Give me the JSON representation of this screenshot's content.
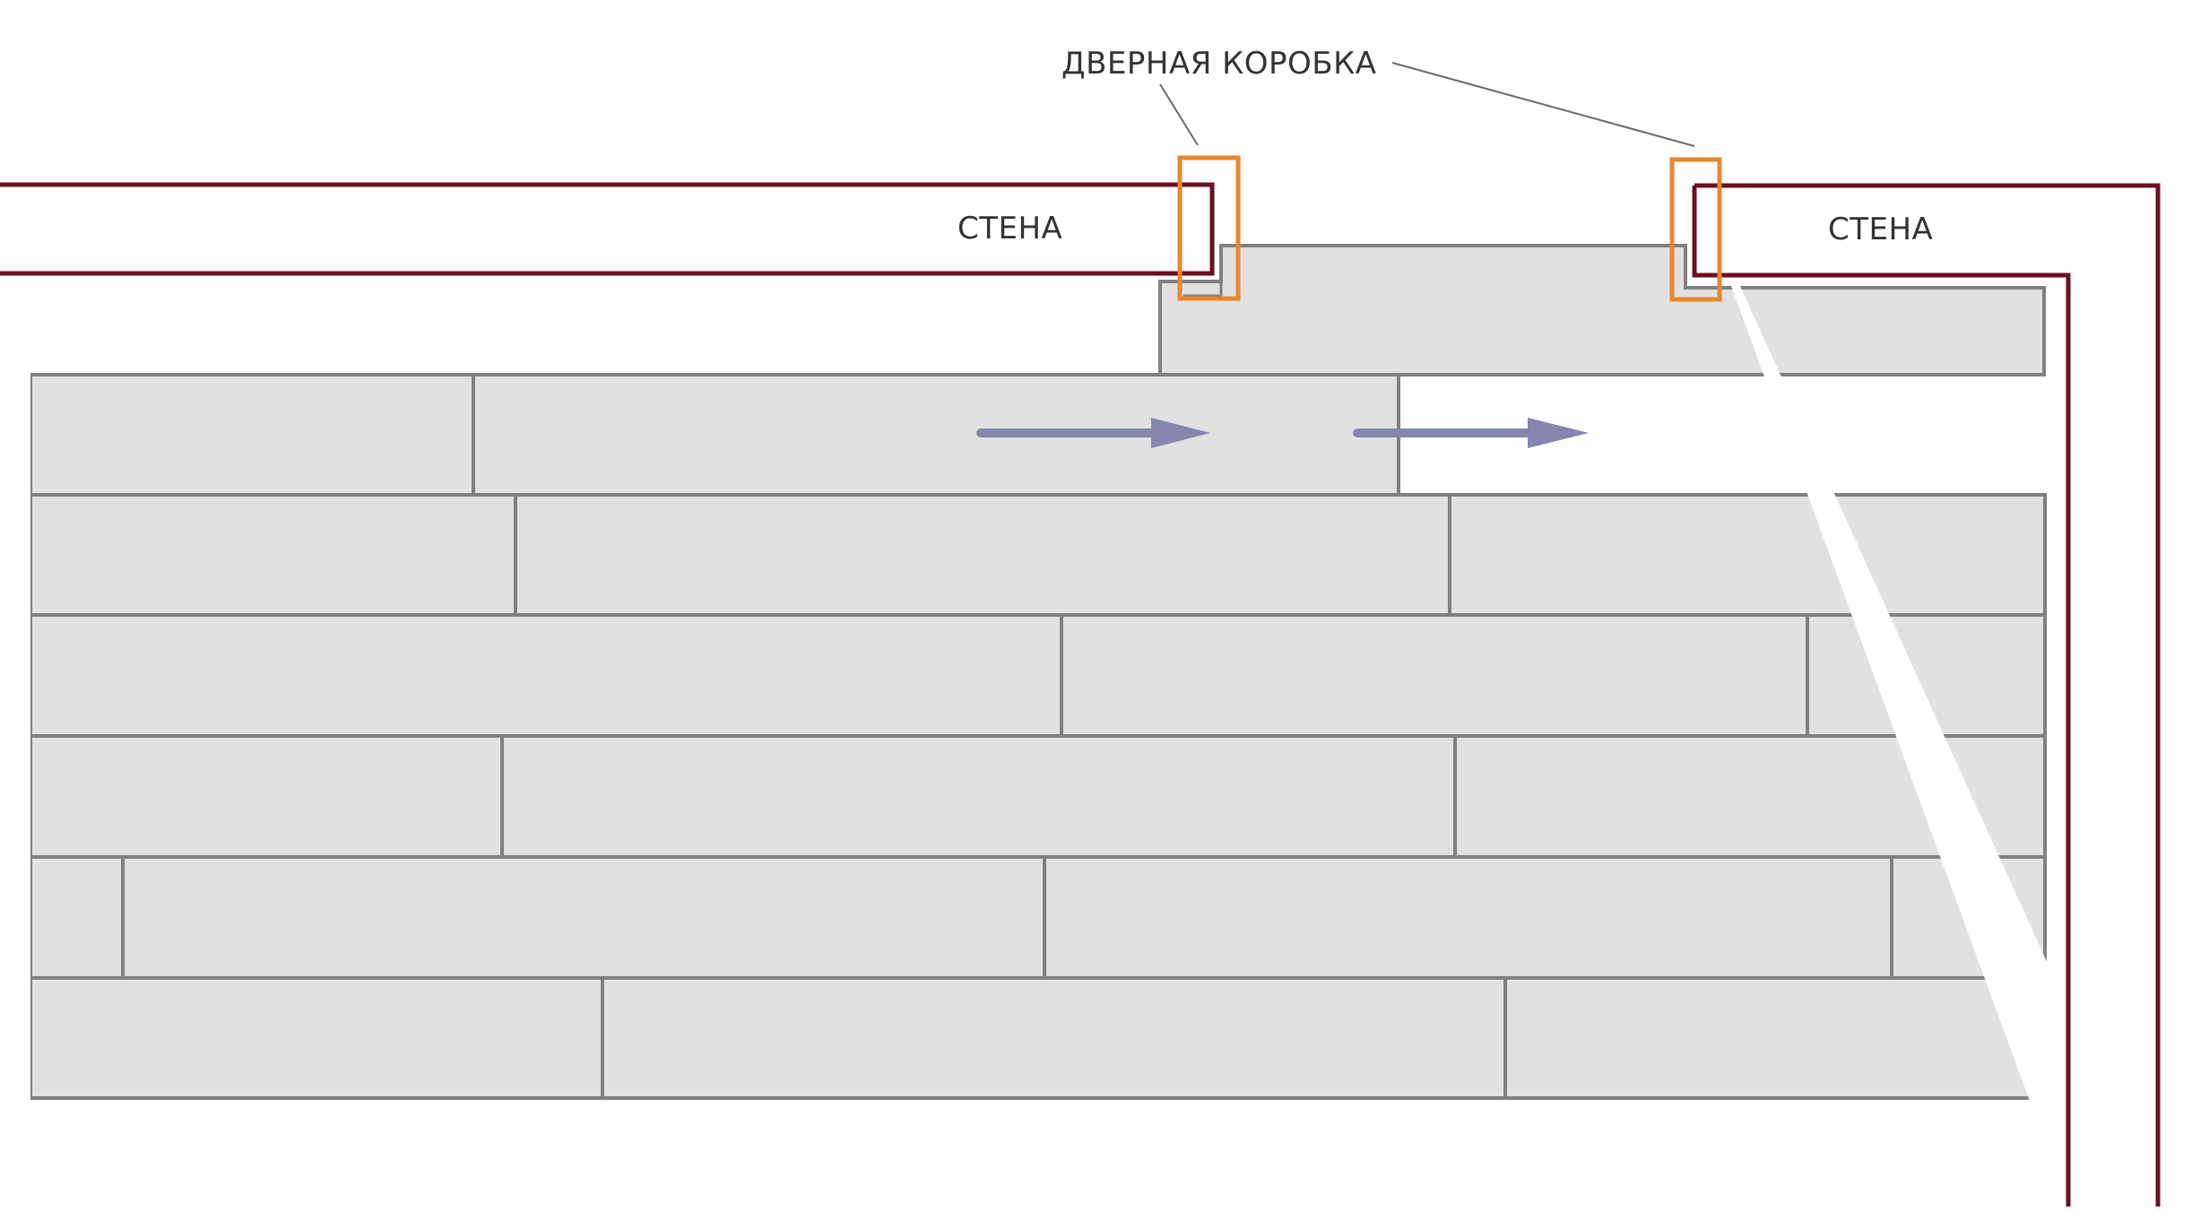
{
  "labels": {
    "door_frame": "ДВЕРНАЯ КОРОБКА",
    "wall_left": "СТЕНА",
    "wall_right": "СТЕНА"
  },
  "colors": {
    "wall_outline": "#6b0f22",
    "door_frame_outline": "#e8872f",
    "plank_fill": "#e1e1e1",
    "plank_stroke": "#808080",
    "arrow": "#8585b0",
    "leader_line": "#6a6a6a",
    "label_text": "#333333"
  },
  "arrows": [
    {
      "name": "arrow-left",
      "direction": "right"
    },
    {
      "name": "arrow-right",
      "direction": "right"
    }
  ]
}
